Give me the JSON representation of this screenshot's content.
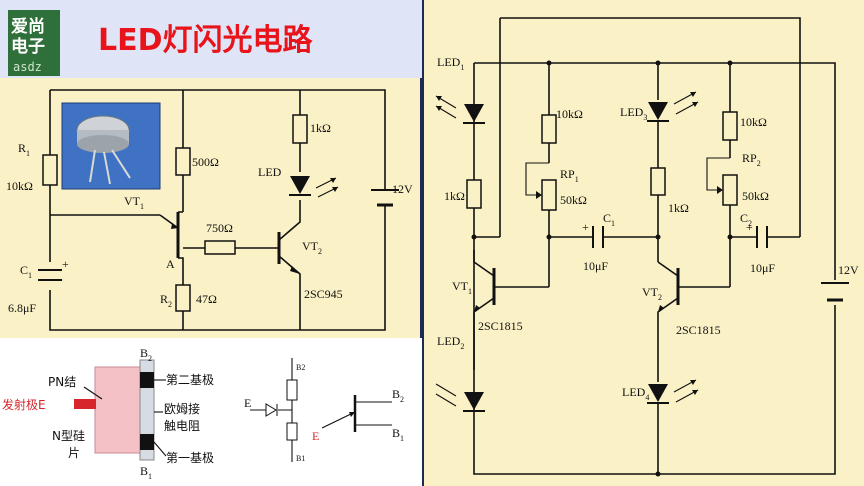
{
  "header": {
    "logo_line1": "爱尚",
    "logo_line2": "电子",
    "logo_sub": "asdz",
    "title": "LED灯闪光电路"
  },
  "left_circuit": {
    "r1_name": "R",
    "r1_sub": "1",
    "r1_value": "10kΩ",
    "r_500": "500Ω",
    "r_1k": "1kΩ",
    "led": "LED",
    "vt1_name": "VT",
    "vt1_sub": "1",
    "r_750": "750Ω",
    "vt2_name": "VT",
    "vt2_sub": "2",
    "battery": "12V",
    "node_a": "A",
    "c1_name": "C",
    "c1_sub": "1",
    "c1_plus": "+",
    "c1_value": "6.8μF",
    "r2_name": "R",
    "r2_sub": "2",
    "r2_value": "47Ω",
    "vt2_part": "2SC945"
  },
  "ujt_figure": {
    "pn_junction": "PN结",
    "emitter": "发射极E",
    "n_type": "N型硅",
    "n_type2": "片",
    "b2": "B",
    "b2_sub": "2",
    "b1": "B",
    "b1_sub": "1",
    "second_base": "第二基极",
    "ohmic1": "欧姆接",
    "ohmic2": "触电阻",
    "first_base": "第一基极",
    "eq_e": "E",
    "eq_b2": "B2",
    "eq_b1": "B1",
    "sym_e": "E",
    "sym_b2": "B",
    "sym_b2_sub": "2",
    "sym_b1": "B",
    "sym_b1_sub": "1"
  },
  "right_circuit": {
    "led1": "LED",
    "led1_sub": "1",
    "r_10k_a": "10kΩ",
    "led3": "LED",
    "led3_sub": "3",
    "r_10k_b": "10kΩ",
    "rp1": "RP",
    "rp1_sub": "1",
    "rp2": "RP",
    "rp2_sub": "2",
    "r_1k_a": "1kΩ",
    "pot_50k_a": "50kΩ",
    "r_1k_b": "1kΩ",
    "pot_50k_b": "50kΩ",
    "c1": "C",
    "c1_sub": "1",
    "c2": "C",
    "c2_sub": "2",
    "plus_a": "+",
    "plus_b": "+",
    "cap_a": "10μF",
    "cap_b": "10μF",
    "battery": "12V",
    "vt1": "VT",
    "vt1_sub": "1",
    "vt2": "VT",
    "vt2_sub": "2",
    "part_a": "2SC1815",
    "part_b": "2SC1815",
    "led2": "LED",
    "led2_sub": "2",
    "led4": "LED",
    "led4_sub": "4"
  },
  "colors": {
    "panel_bg": "#faf1c6",
    "header_bg": "#dfe4f6",
    "title_red": "#e8131b",
    "logo_bg": "#2f6f3a",
    "wire": "#111111",
    "ujt_pink": "#f4c1c6",
    "ujt_red": "#d7262c"
  }
}
